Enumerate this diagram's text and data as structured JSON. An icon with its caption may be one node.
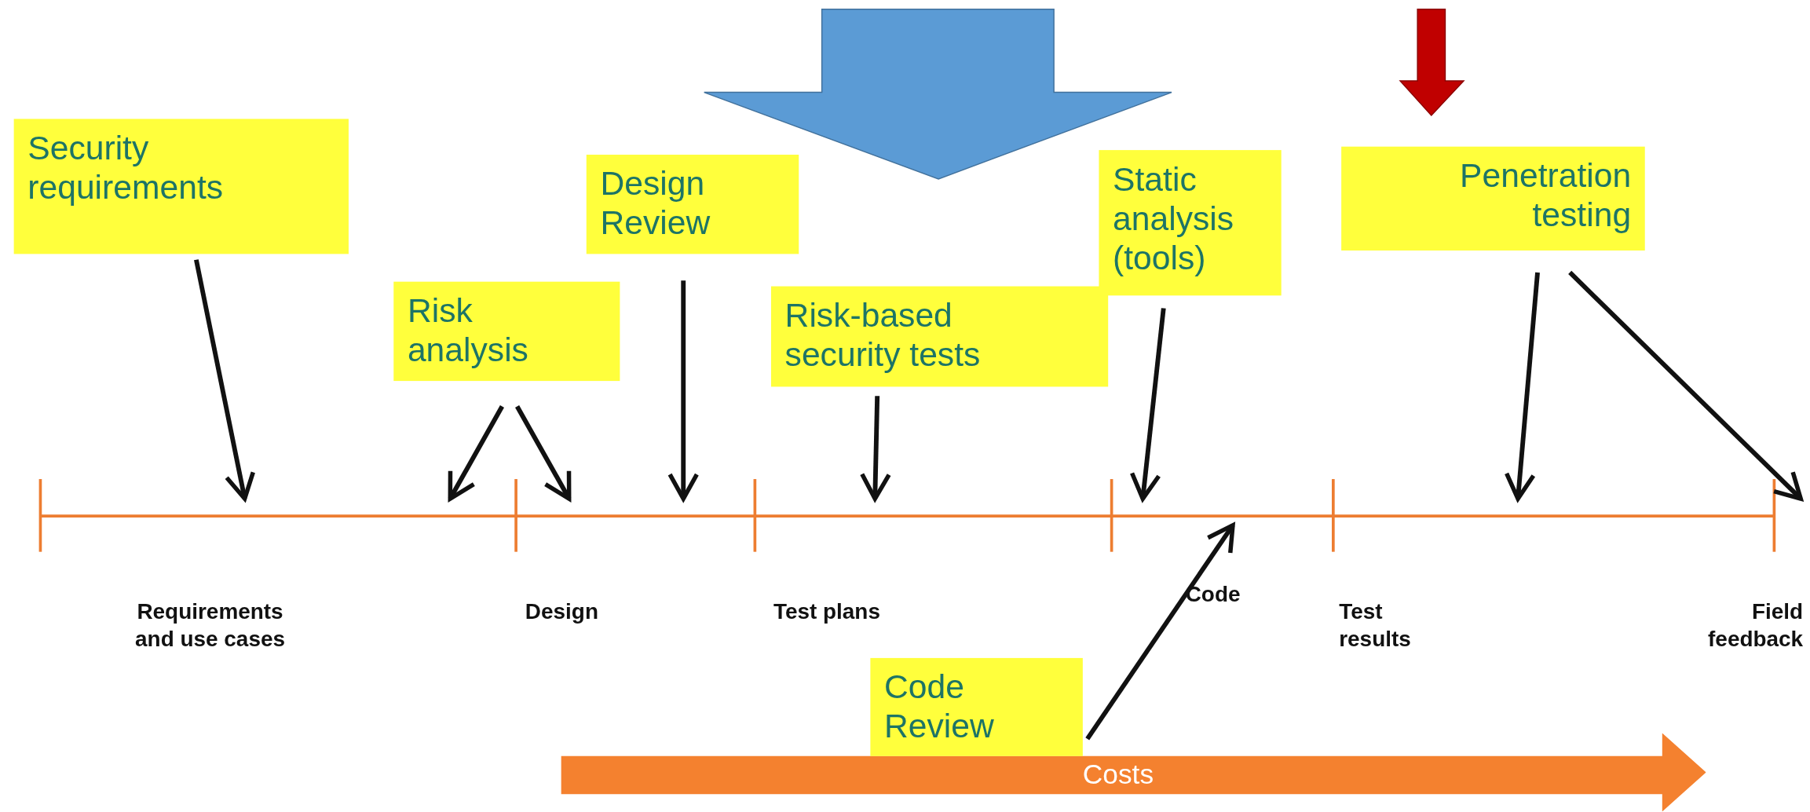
{
  "diagram": {
    "nodes": [
      {
        "text": [
          "Security requirements"
        ]
      },
      {
        "text": [
          "Risk analysis"
        ]
      },
      {
        "text": [
          "Design Review"
        ]
      },
      {
        "text": [
          "Risk-based security tests"
        ]
      },
      {
        "text": [
          "Static analysis (tools)"
        ]
      },
      {
        "text": [
          "Penetration testing"
        ]
      },
      {
        "text": [
          "Code Review"
        ]
      },
      {
        "text": [
          "Costs"
        ]
      }
    ],
    "edges": [
      {
        "from": 0,
        "to": null,
        "arrow": "to"
      },
      {
        "from": 1,
        "to": null,
        "arrow": "to"
      },
      {
        "from": 1,
        "to": null,
        "arrow": "to"
      },
      {
        "from": 2,
        "to": null,
        "arrow": "to"
      },
      {
        "from": 3,
        "to": null,
        "arrow": "to"
      },
      {
        "from": 4,
        "to": null,
        "arrow": "to"
      },
      {
        "from": 5,
        "to": null,
        "arrow": "to"
      },
      {
        "from": 5,
        "to": null,
        "arrow": "to"
      },
      {
        "from": 6,
        "to": null,
        "arrow": "to"
      }
    ],
    "labels": [
      "Requirements and use cases",
      "Design",
      "Test plans",
      "Code",
      "Test results",
      "Field feedback"
    ]
  }
}
